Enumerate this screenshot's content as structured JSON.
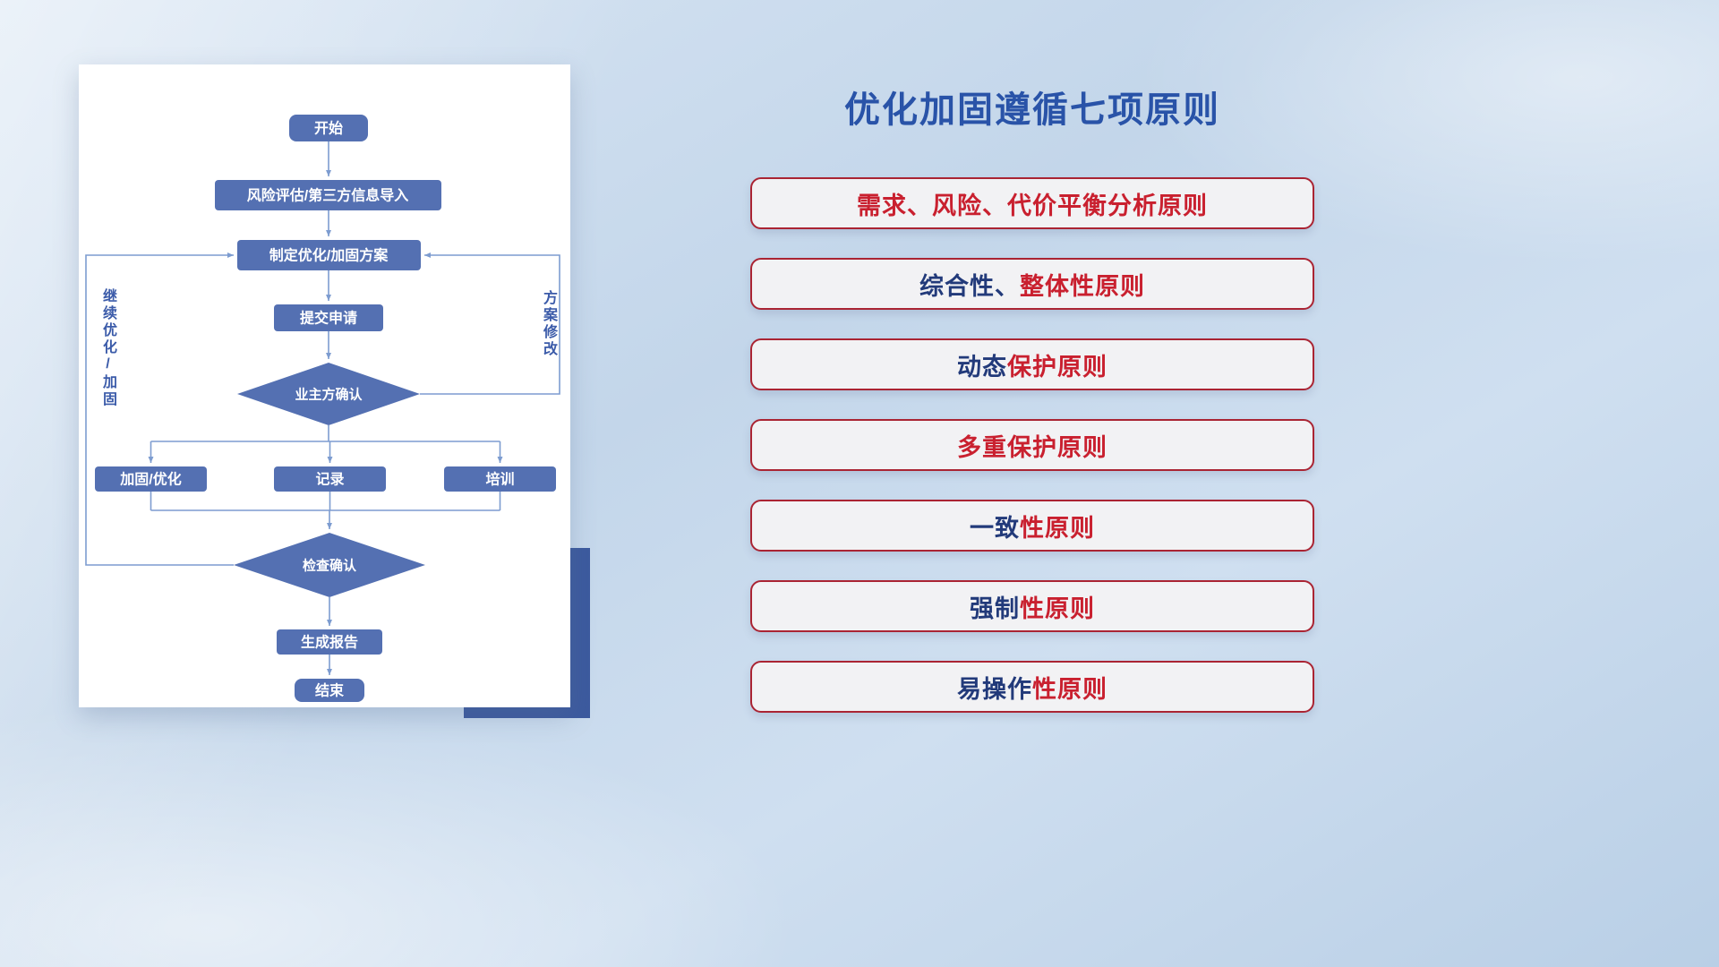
{
  "slide": {
    "title": "优化加固遵循七项原则"
  },
  "flowchart": {
    "nodes": {
      "start": "开始",
      "risk_import": "风险评估/第三方信息导入",
      "make_plan": "制定优化/加固方案",
      "submit": "提交申请",
      "owner_confirm": "业主方确认",
      "reinforce": "加固/优化",
      "record": "记录",
      "training": "培训",
      "check_confirm": "检查确认",
      "report": "生成报告",
      "end": "结束"
    },
    "side_labels": {
      "left": "继续优化/加固",
      "right": "方案修改"
    }
  },
  "principles": [
    {
      "prefix": "",
      "highlight": "需求、风险、代价平衡分析原则"
    },
    {
      "prefix": "综合性、",
      "highlight": "整体性原则"
    },
    {
      "prefix": "动态",
      "highlight": "保护原则"
    },
    {
      "prefix": "",
      "highlight": "多重保护原则"
    },
    {
      "prefix": "一致",
      "highlight": "性原则"
    },
    {
      "prefix": "强制",
      "highlight": "性原则"
    },
    {
      "prefix": "易操作",
      "highlight": "性原则"
    }
  ],
  "colors": {
    "title": "#2953a8",
    "flow_node_fill": "#5470b2",
    "flow_line": "#7d9cd0",
    "principle_border": "#aa2433",
    "principle_red": "#c9202f",
    "principle_navy": "#223a7a",
    "accent_block": "#3c5a9e",
    "card_background": "#ffffff"
  }
}
